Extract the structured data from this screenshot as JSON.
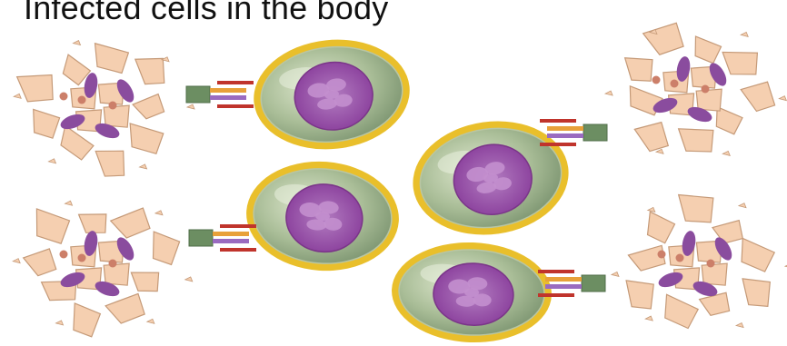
{
  "figure": {
    "title": "Infected cells in the body"
  },
  "colors": {
    "background": "#ffffff",
    "tcell_membrane": "#e9bf2b",
    "tcell_body": "#9bb089",
    "tcell_body_highlight": "#d7e1c4",
    "nucleus_outer": "#8f4aa0",
    "nucleus_inner": "#c38fce",
    "fragment_fill": "#f5cfb0",
    "fragment_stroke": "#c59a78",
    "fragment_purple": "#8a4c9e",
    "fragment_dot": "#cc7f69",
    "receptor_stem": "#6c8e62",
    "receptor_red": "#c0342c",
    "receptor_orange": "#e8a13a",
    "receptor_purple": "#9a6bc0"
  },
  "scene": {
    "t_cells": 4,
    "infected_cells": 4,
    "icons": [
      "t-cell-icon",
      "infected-cell-fragments-icon",
      "receptor-binding-icon"
    ]
  }
}
